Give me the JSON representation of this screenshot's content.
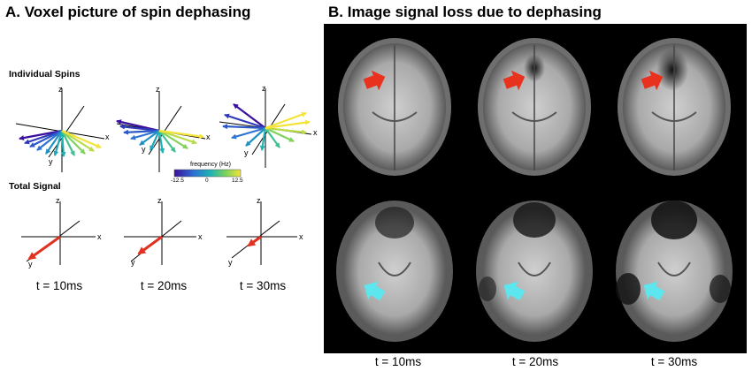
{
  "panel_a": {
    "title": "A. Voxel picture of spin dephasing",
    "individual_label": "Individual Spins",
    "total_label": "Total Signal",
    "axes": {
      "z": "z",
      "x": "x",
      "y": "y"
    },
    "colorbar": {
      "title": "frequency (Hz)",
      "ticks": [
        "-12.5",
        "0",
        "12.5"
      ],
      "colors": [
        "#3b0f9e",
        "#2c73d2",
        "#1fb4b3",
        "#7fd35a",
        "#f4e43a"
      ]
    },
    "times": [
      "t = 10ms",
      "t = 20ms",
      "t = 30ms"
    ],
    "signal_color": "#e0321f"
  },
  "panel_b": {
    "title": "B. Image signal loss due to dephasing",
    "times": [
      "t = 10ms",
      "t = 20ms",
      "t = 30ms"
    ],
    "arrow_colors": {
      "top_row": "#e8321e",
      "bottom_row": "#5ee6ef"
    }
  }
}
